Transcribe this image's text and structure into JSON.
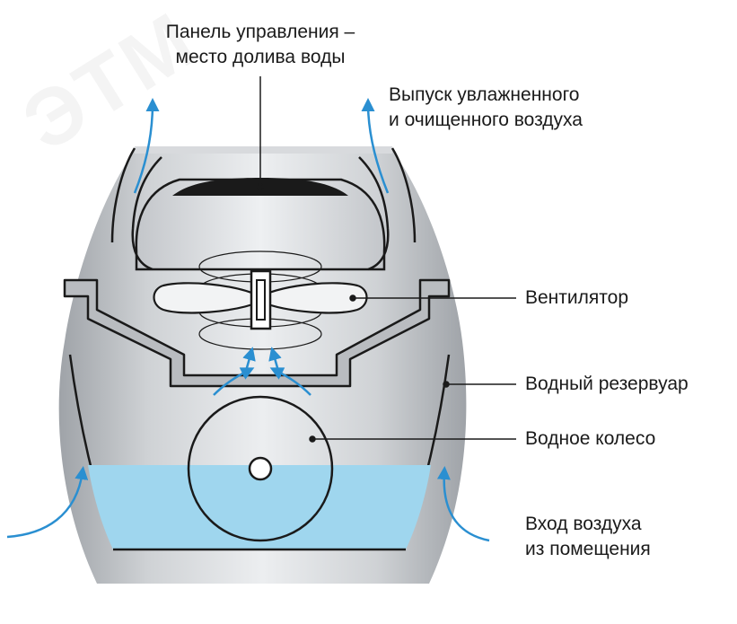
{
  "diagram": {
    "watermark": "ЭТМ",
    "labels": {
      "control_panel_line1": "Панель управления –",
      "control_panel_line2": "место долива воды",
      "outlet_line1": "Выпуск увлажненного",
      "outlet_line2": "и очищенного воздуха",
      "fan": "Вентилятор",
      "reservoir": "Водный резервуар",
      "wheel": "Водное колесо",
      "inlet_line1": "Вход воздуха",
      "inlet_line2": "из помещения"
    },
    "colors": {
      "body_gray": "#b9bcc0",
      "body_light": "#e6e8ea",
      "water": "#9fd6ee",
      "arrow_blue": "#2a8fd1",
      "outline": "#1a1a1a"
    }
  }
}
